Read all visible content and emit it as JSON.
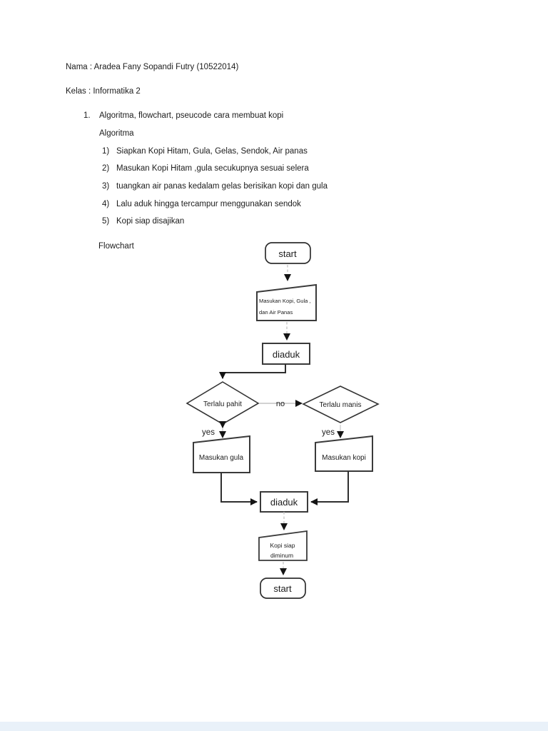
{
  "header": {
    "name_line": "Nama : Aradea Fany Sopandi Futry (10522014)",
    "class_line": "Kelas : Informatika 2"
  },
  "list": {
    "number": "1.",
    "title": "Algoritma, flowchart, pseucode cara membuat kopi",
    "subtitle": "Algoritma",
    "steps": [
      {
        "num": "1)",
        "text": "Siapkan Kopi Hitam, Gula, Gelas, Sendok, Air panas"
      },
      {
        "num": "2)",
        "text": "Masukan Kopi Hitam ,gula secukupnya sesuai selera"
      },
      {
        "num": "3)",
        "text": "tuangkan air panas  kedalam gelas berisikan kopi dan gula"
      },
      {
        "num": "4)",
        "text": "Lalu aduk hingga tercampur menggunakan sendok"
      },
      {
        "num": "5)",
        "text": "Kopi siap disajikan"
      }
    ]
  },
  "flowchart": {
    "label": "Flowchart",
    "nodes": {
      "start_top": "start",
      "input_top_line1": "Masukan Kopi, Gula ,",
      "input_top_line2": "dan Air Panas",
      "process1": "diaduk",
      "decision_left": "Terlalu pahit",
      "decision_right": "Terlalu manis",
      "edge_no": "no",
      "edge_yes_left": "yes",
      "edge_yes_right": "yes",
      "action_left": "Masukan gula",
      "action_right": "Masukan kopi",
      "process2": "diaduk",
      "output_line1": "Kopi siap",
      "output_line2": "diminum",
      "start_bottom": "start"
    }
  },
  "colors": {
    "page_bg": "#ffffff",
    "bottom_strip": "#e9f1f9",
    "shape_stroke": "#3a3a3a",
    "connector_gray": "#c4c4c4",
    "text": "#1c1c1c"
  }
}
